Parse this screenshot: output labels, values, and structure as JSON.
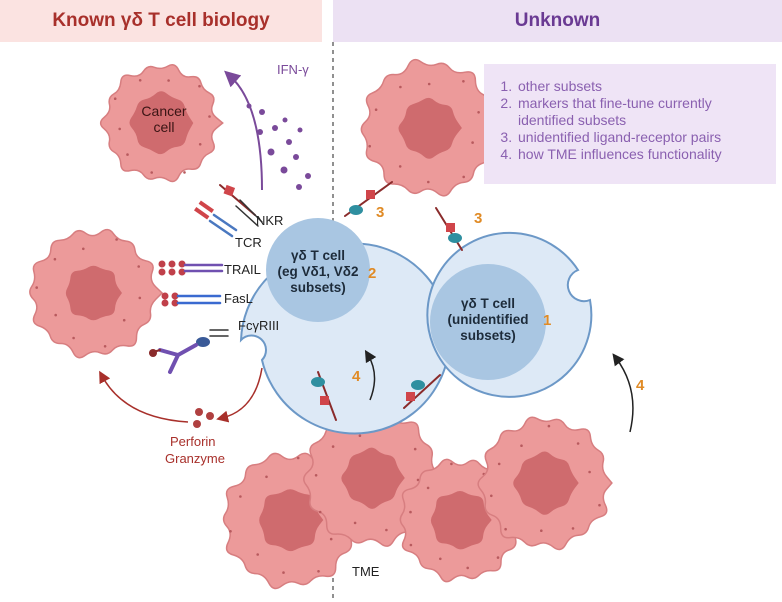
{
  "headers": {
    "known": "Known γδ T cell biology",
    "unknown": "Unknown"
  },
  "unknown_list": [
    "other subsets",
    "markers that fine-tune currently identified subsets",
    "unidentified ligand-receptor pairs",
    "how TME influences functionality"
  ],
  "cells": {
    "known_tcell": {
      "line1": "γδ T cell",
      "line2": "(eg Vδ1, Vδ2",
      "line3": "subsets)"
    },
    "unknown_tcell": {
      "line1": "γδ T cell",
      "line2": "(unidentified",
      "line3": "subsets)"
    },
    "cancer": {
      "line1": "Cancer",
      "line2": "cell"
    }
  },
  "labels": {
    "ifn": "IFN-γ",
    "nkr": "NKR",
    "tcr": "TCR",
    "trail": "TRAIL",
    "fasl": "FasL",
    "fcgr": "FcγRIII",
    "perforin": "Perforin",
    "granzyme": "Granzyme",
    "tme": "TME"
  },
  "numbers": {
    "n1": "1",
    "n2": "2",
    "n3a": "3",
    "n3b": "3",
    "n4a": "4",
    "n4b": "4"
  },
  "colors": {
    "cancer_fill": "#ec9a9a",
    "cancer_nucleus": "#cf6b6e",
    "tcell_fill": "#dde9f6",
    "tcell_stroke": "#6c98c7",
    "tcell_nucleus": "#a9c6e2",
    "accent_orange": "#e08b26",
    "ifn_purple": "#7a4a9a",
    "cytotoxic_red": "#a8302b"
  }
}
